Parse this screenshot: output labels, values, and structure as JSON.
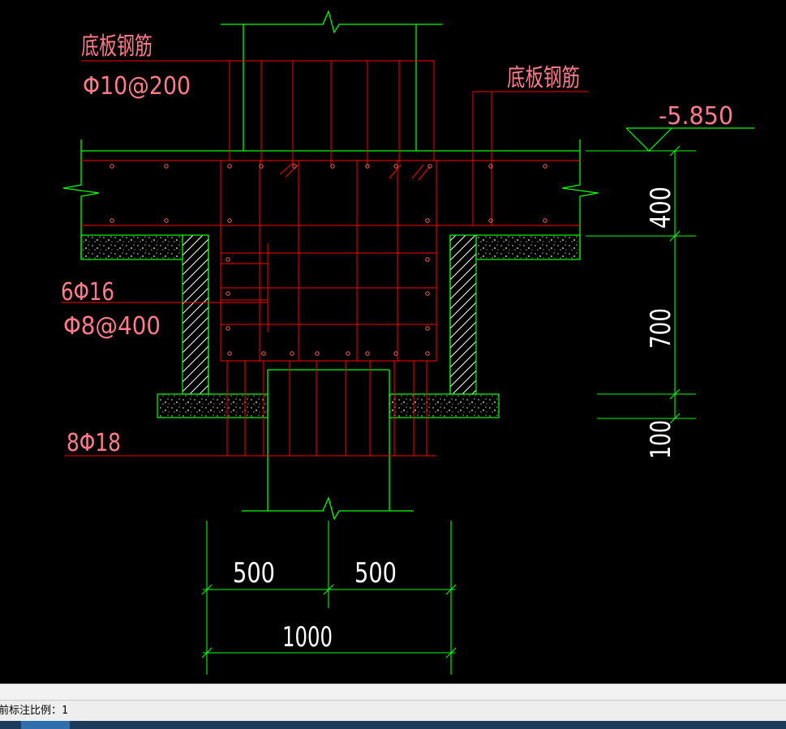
{
  "labels": {
    "slab_rebar_left": "底板钢筋",
    "slab_rebar_left_spec": "Φ10@200",
    "slab_rebar_right": "底板钢筋",
    "elevation": "-5.850",
    "stirrup_count": "6Φ16",
    "stirrup_spec": "Φ8@400",
    "bottom_bars": "8Φ18"
  },
  "dimensions": {
    "vertical_top": "400",
    "vertical_mid": "700",
    "vertical_bottom": "100",
    "horizontal_left": "500",
    "horizontal_right": "500",
    "horizontal_total": "1000"
  },
  "status": {
    "text": "前标注比例：1"
  },
  "colors": {
    "background": "#000000",
    "concrete_outline": "#00ff00",
    "rebar": "#ff0000",
    "text": "#ff8080",
    "dimension_text": "#ffffff",
    "dimension_line": "#00ff00"
  }
}
